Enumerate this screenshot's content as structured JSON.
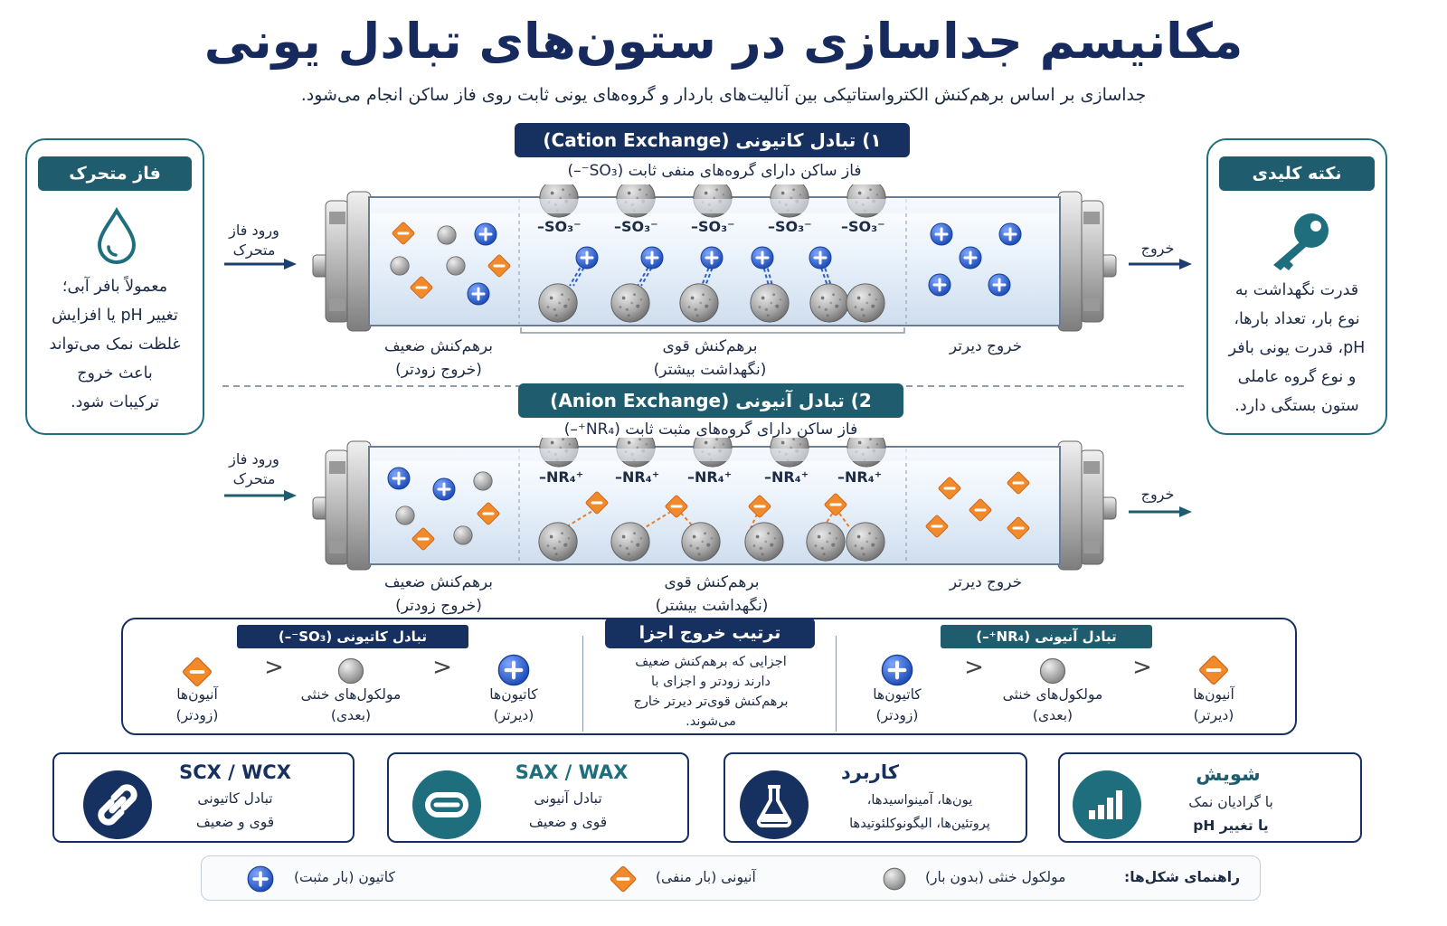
{
  "title": "مکانیسم جداسازی در ستون‌های تبادل یونی",
  "subtitle": "جداسازی بر اساس برهم‌کنش الکترواستاتیکی بین آنالیت‌های باردار و گروه‌های یونی ثابت روی فاز ساکن انجام می‌شود.",
  "left_panel": {
    "heading": "فاز متحرک",
    "icon": "droplet-icon",
    "lines": [
      "معمولاً بافر آبی؛",
      "تغییر pH یا افزایش",
      "غلظت نمک می‌تواند",
      "باعث خروج",
      "ترکیبات شود."
    ]
  },
  "right_panel": {
    "heading": "نکته کلیدی",
    "icon": "key-icon",
    "lines": [
      "قدرت نگهداشت به",
      "نوع بار، تعداد بارها،",
      "pH، قدرت یونی بافر",
      "و نوع گروه عاملی",
      "ستون بستگی دارد."
    ]
  },
  "cation_section": {
    "banner": "۱) تبادل کاتیونی (Cation Exchange)",
    "sub": "فاز ساکن دارای گروه‌های منفی ثابت (SO₃⁻–)",
    "inlet": "ورود فاز متحرک",
    "outlet": "خروج",
    "group_label": "–SO₃⁻",
    "weak_label": "برهم‌کنش ضعیف",
    "weak_sub": "(خروج زودتر)",
    "strong_label": "برهم‌کنش قوی",
    "strong_sub": "(نگهداشت بیشتر)",
    "late_label": "خروج دیرتر"
  },
  "anion_section": {
    "banner": "2) تبادل آنیونی (Anion Exchange)",
    "sub": "فاز ساکن دارای گروه‌های مثبت ثابت (NR₄⁺–)",
    "inlet": "ورود فاز متحرک",
    "outlet": "خروج",
    "group_label": "–NR₄⁺",
    "weak_label": "برهم‌کنش ضعیف",
    "weak_sub": "(خروج زودتر)",
    "strong_label": "برهم‌کنش قوی",
    "strong_sub": "(نگهداشت بیشتر)",
    "late_label": "خروج دیرتر"
  },
  "summary": {
    "cation_head": "تبادل کاتیونی (SO₃⁻–)",
    "cation_items": [
      {
        "label": "آنیون‌ها",
        "sub": "(زودتر)",
        "icon": "anion-icon"
      },
      {
        "label": "مولکول‌های خنثی",
        "sub": "(بعدی)",
        "icon": "neutral-icon"
      },
      {
        "label": "کاتیون‌ها",
        "sub": "(دیرتر)",
        "icon": "cation-icon"
      }
    ],
    "order_head": "ترتیب خروج اجزا",
    "order_text": [
      "اجزایی که برهم‌کنش ضعیف",
      "دارند زودتر و اجزای با",
      "برهم‌کنش قوی‌تر دیرتر خارج",
      "می‌شوند."
    ],
    "anion_head": "تبادل آنیونی (NR₄⁺–)",
    "anion_items": [
      {
        "label": "کاتیون‌ها",
        "sub": "(زودتر)",
        "icon": "cation-icon"
      },
      {
        "label": "مولکول‌های خنثی",
        "sub": "(بعدی)",
        "icon": "neutral-icon"
      },
      {
        "label": "آنیون‌ها",
        "sub": "(دیرتر)",
        "icon": "anion-icon"
      }
    ],
    "gt": ">"
  },
  "cards": [
    {
      "title": "SCX / WCX",
      "lines": [
        "تبادل کاتیونی",
        "قوی و ضعیف"
      ],
      "icon": "link-icon"
    },
    {
      "title": "SAX / WAX",
      "lines": [
        "تبادل آنیونی",
        "قوی و ضعیف"
      ],
      "icon": "capsule-icon"
    },
    {
      "title": "کاربرد",
      "lines": [
        "یون‌ها، آمینواسیدها،",
        "پروتئین‌ها، الیگونوکلئوتیدها"
      ],
      "icon": "flask-icon"
    },
    {
      "title": "شویش",
      "lines": [
        "با گرادیان نمک",
        "یا تغییر pH"
      ],
      "icon": "bar-chart-icon"
    }
  ],
  "legend": {
    "title": "راهنمای شکل‌ها:",
    "neutral": "مولکول خنثی (بدون بار)",
    "anion": "آنیونی (بار منفی)",
    "cation": "کاتیون (بار مثبت)"
  },
  "colors": {
    "navy": "#16305f",
    "teal": "#1f5d6e",
    "cation_blue": "#2f5fc4",
    "anion_orange": "#ef7d22",
    "neutral_gray": "#b3b3b3"
  }
}
